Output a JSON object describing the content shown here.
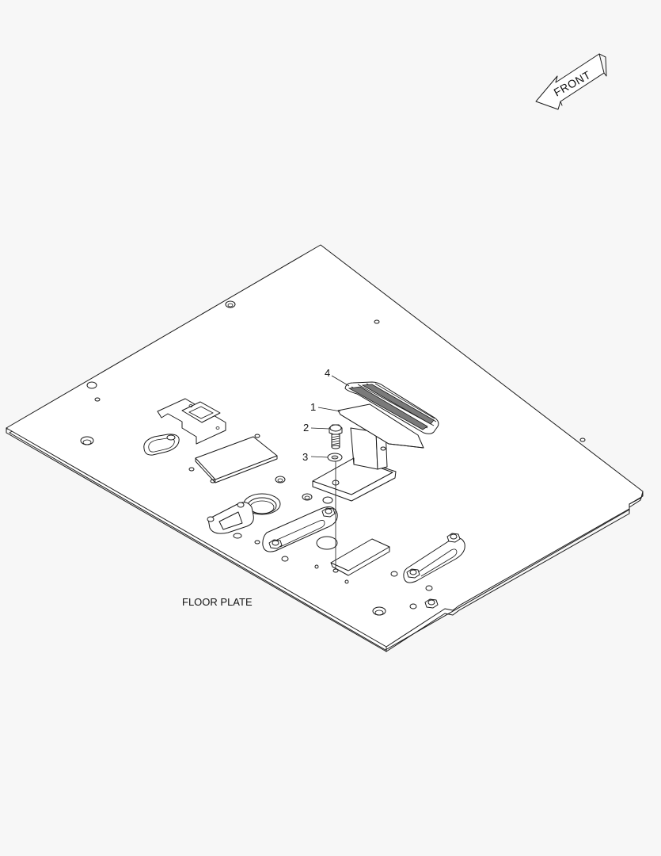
{
  "front_arrow": {
    "label": "FRONT"
  },
  "floor_plate": {
    "label": "FLOOR PLATE"
  },
  "callouts": [
    {
      "number": "1",
      "part": "pedal bracket"
    },
    {
      "number": "2",
      "part": "bolt"
    },
    {
      "number": "3",
      "part": "washer"
    },
    {
      "number": "4",
      "part": "pedal pad"
    }
  ],
  "colors": {
    "background": "#f7f7f7",
    "line": "#1a1a1a",
    "fill": "#ffffff"
  }
}
